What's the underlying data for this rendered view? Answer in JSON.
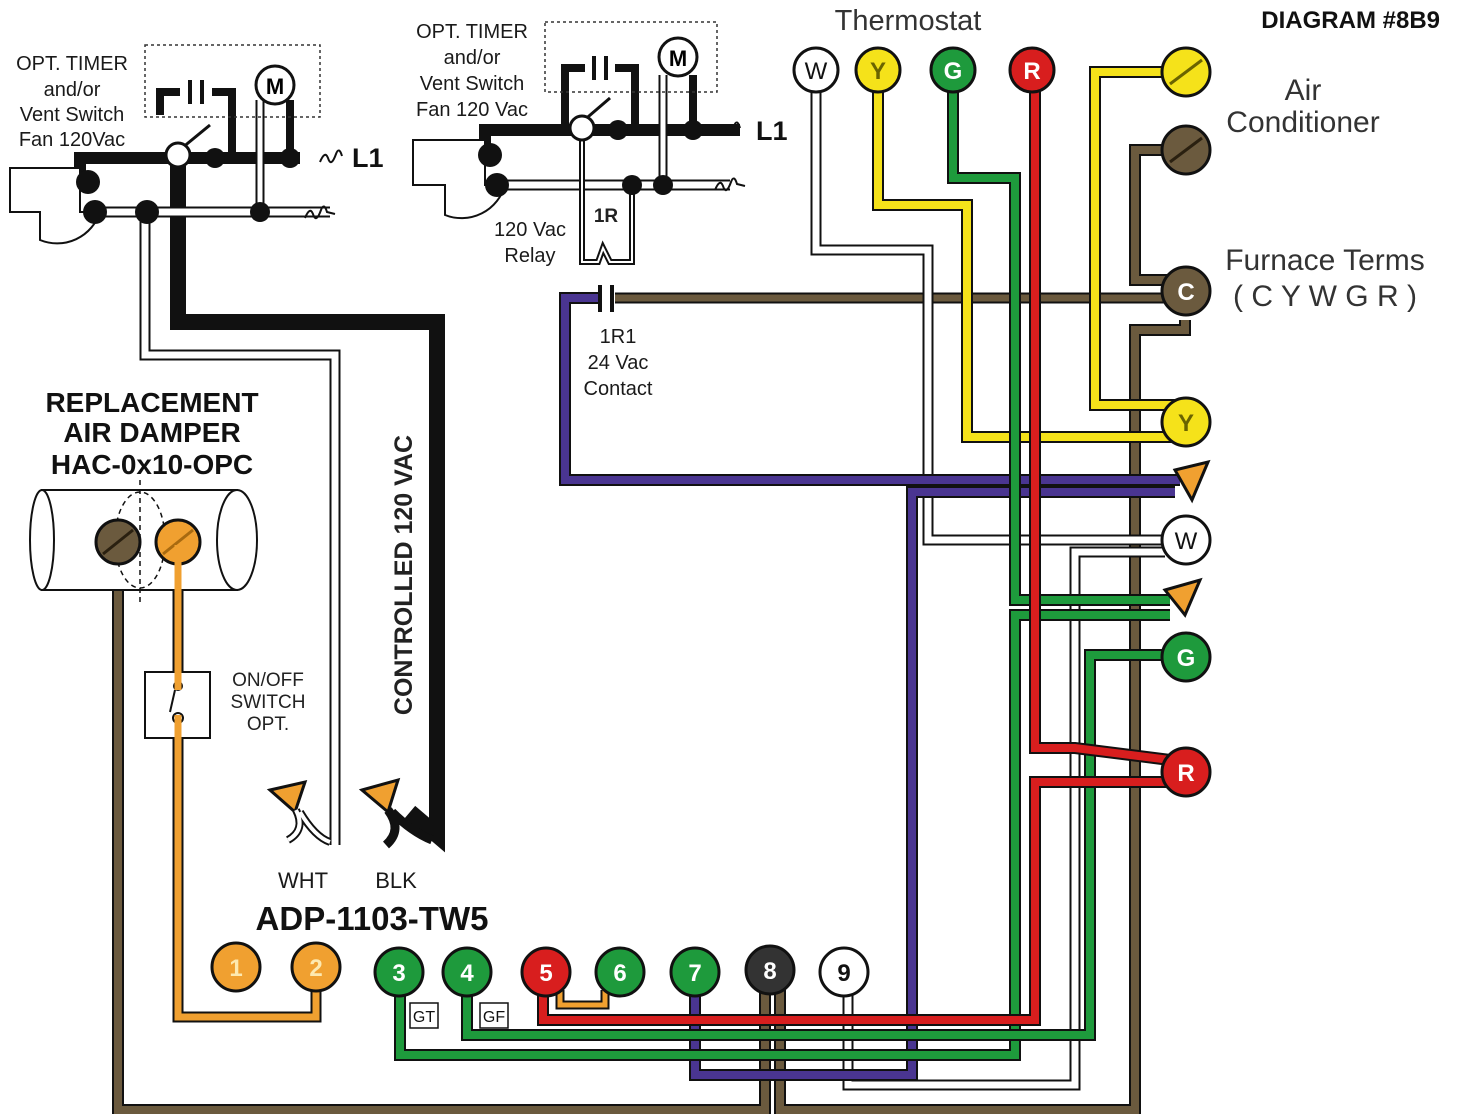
{
  "diagram_id": "DIAGRAM  #8B9",
  "thermostat": {
    "title": "Thermostat",
    "terminals": [
      "W",
      "Y",
      "G",
      "R"
    ]
  },
  "air_conditioner": {
    "line1": "Air",
    "line2": "Conditioner"
  },
  "furnace": {
    "line1": "Furnace Terms",
    "line2": "( C Y W G R )",
    "terminals": [
      "C",
      "Y",
      "W",
      "G",
      "R"
    ]
  },
  "timer_left": {
    "lines": [
      "OPT. TIMER",
      "and/or",
      "Vent Switch",
      "Fan 120Vac"
    ],
    "motor": "M",
    "line_label": "L1"
  },
  "timer_right": {
    "lines": [
      "OPT. TIMER",
      "and/or",
      "Vent Switch",
      "Fan 120 Vac"
    ],
    "motor": "M",
    "line_label": "L1"
  },
  "relay": {
    "coil": "1R",
    "lines": [
      "120 Vac",
      "Relay"
    ]
  },
  "contact": {
    "lines": [
      "1R1",
      "24 Vac",
      "Contact"
    ]
  },
  "damper": {
    "lines": [
      "REPLACEMENT",
      "AIR DAMPER",
      "HAC-0x10-OPC"
    ]
  },
  "switch": {
    "lines": [
      "ON/OFF",
      "SWITCH",
      "OPT."
    ]
  },
  "controlled_label": "CONTROLLED 120 VAC",
  "wire_labels": {
    "white": "WHT",
    "black": "BLK"
  },
  "board": {
    "model": "ADP-1103-TW5",
    "terminals": [
      "1",
      "2",
      "3",
      "4",
      "5",
      "6",
      "7",
      "8",
      "9"
    ],
    "tag_gt": "GT",
    "tag_gf": "GF"
  },
  "colors": {
    "white_wire": "#ffffff",
    "yellow": "#f5e21a",
    "green": "#1e9a3c",
    "red": "#d81e1e",
    "brown": "#6b5a3e",
    "purple": "#4a3591",
    "orange": "#f0a030",
    "black": "#111111"
  }
}
